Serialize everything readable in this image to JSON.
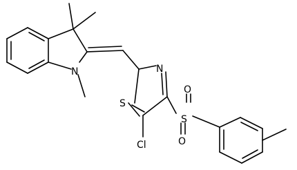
{
  "structure": {
    "atom_labels": {
      "n_indoline": "N",
      "n_thiazole": "N",
      "s_thiazole": "S",
      "s_sulfonyl": "S",
      "o_sulfonyl_top": "O",
      "o_sulfonyl_bottom": "O",
      "cl": "Cl"
    }
  }
}
